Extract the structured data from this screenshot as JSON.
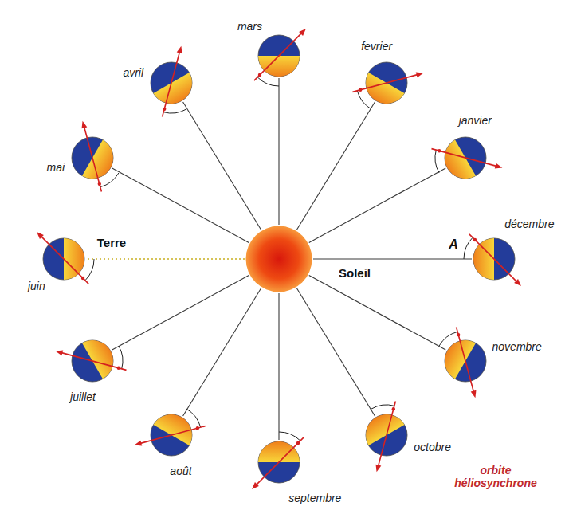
{
  "diagram": {
    "nodes": [
      {
        "text": [
          "mars"
        ]
      },
      {
        "text": [
          "avril"
        ]
      },
      {
        "text": [
          "fevrier"
        ]
      },
      {
        "text": [
          "mai"
        ]
      },
      {
        "text": [
          "janvier"
        ]
      },
      {
        "text": [
          "juin"
        ]
      },
      {
        "text": [
          "Soleil"
        ]
      },
      {
        "text": [
          "décembre"
        ]
      },
      {
        "text": [
          "juillet"
        ]
      },
      {
        "text": [
          "novembre"
        ]
      },
      {
        "text": [
          "août"
        ]
      },
      {
        "text": [
          "octobre"
        ]
      },
      {
        "text": [
          "septembre"
        ]
      }
    ],
    "edges": [
      {
        "from": 6,
        "to": 0,
        "arrow": "none"
      },
      {
        "from": 6,
        "to": 1,
        "arrow": "none"
      },
      {
        "from": 6,
        "to": 2,
        "arrow": "none"
      },
      {
        "from": 6,
        "to": 3,
        "arrow": "none"
      },
      {
        "from": 6,
        "to": 4,
        "arrow": "none"
      },
      {
        "from": 6,
        "to": 5,
        "arrow": "none"
      },
      {
        "from": 6,
        "to": 7,
        "arrow": "none"
      },
      {
        "from": 6,
        "to": 8,
        "arrow": "none"
      },
      {
        "from": 6,
        "to": 9,
        "arrow": "none"
      },
      {
        "from": 6,
        "to": 10,
        "arrow": "none"
      },
      {
        "from": 6,
        "to": 11,
        "arrow": "none"
      },
      {
        "from": 6,
        "to": 12,
        "arrow": "none"
      }
    ],
    "labels": [
      "Terre",
      "A",
      "orbite héliosynchrone"
    ]
  }
}
